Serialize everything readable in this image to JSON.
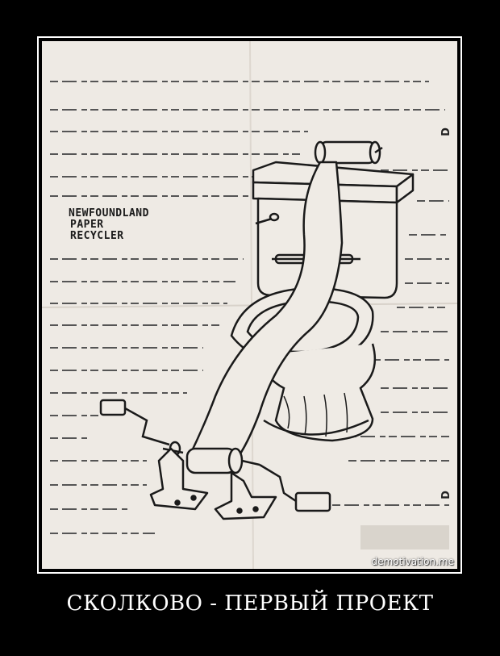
{
  "poster": {
    "label_lines": [
      "NEWFOUNDLAND",
      "PAPER",
      "RECYCLER"
    ],
    "margin_letters": [
      "D",
      "D"
    ],
    "watermark": "demotivation.me",
    "caption": "СКОЛКОВО - ПЕРВЫЙ ПРОЕКТ"
  },
  "colors": {
    "background": "#000000",
    "paper": "#eeeae4",
    "ink": "#1a1a1a",
    "caption": "#ffffff"
  }
}
